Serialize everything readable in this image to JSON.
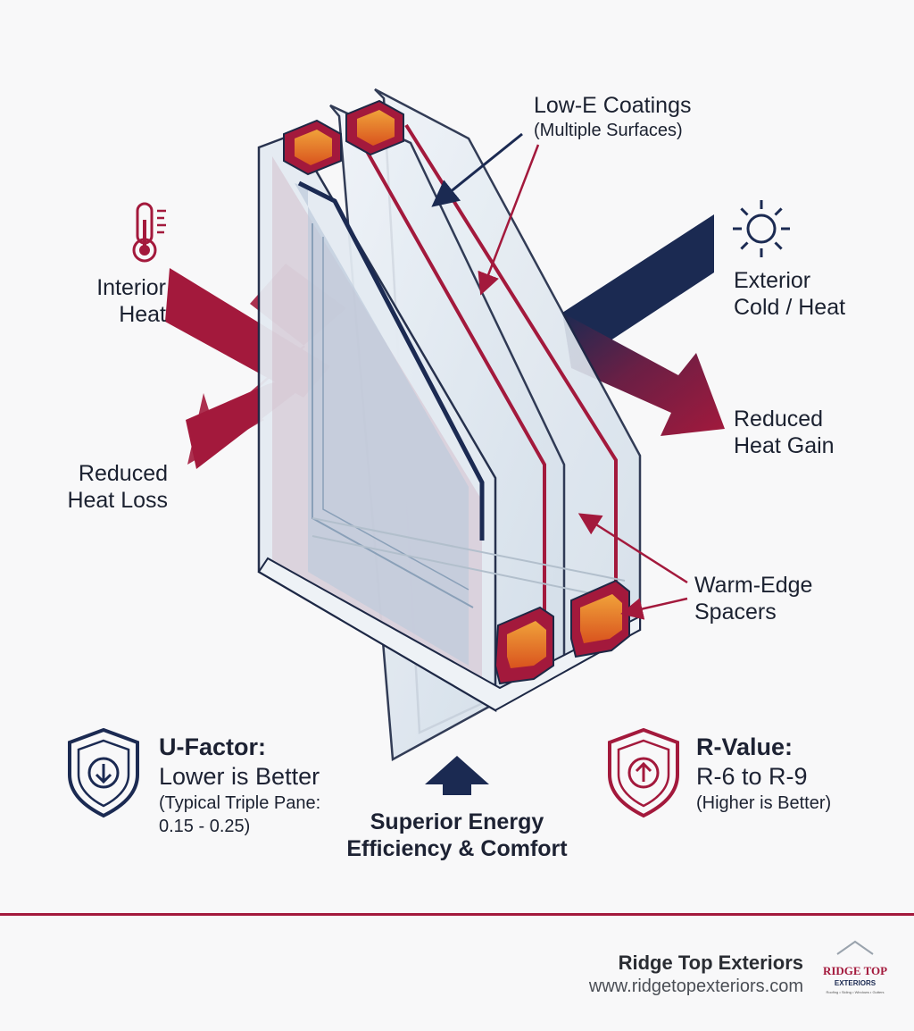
{
  "labels": {
    "interior_heat": [
      "Interior",
      "Heat"
    ],
    "reduced_heat_loss": [
      "Reduced",
      "Heat Loss"
    ],
    "low_e": [
      "Low-E Coatings",
      "(Multiple Surfaces)"
    ],
    "exterior": [
      "Exterior",
      "Cold / Heat"
    ],
    "reduced_heat_gain": [
      "Reduced",
      "Heat Gain"
    ],
    "spacers": [
      "Warm-Edge",
      "Spacers"
    ]
  },
  "u_factor": {
    "title": "U-Factor:",
    "subtitle": "Lower is Better",
    "note": [
      "(Typical Triple Pane:",
      "0.15 - 0.25)"
    ]
  },
  "r_value": {
    "title": "R-Value:",
    "subtitle": "R-6 to R-9",
    "note": "(Higher is Better)"
  },
  "center_caption": [
    "Superior Energy",
    "Efficiency & Comfort"
  ],
  "footer": {
    "company": "Ridge Top Exteriors",
    "url": "www.ridgetopexteriors.com",
    "logo_text": "RIDGE TOP",
    "logo_sub": "EXTERIORS",
    "logo_tagline": "Roofing • Siding • Windows • Gutters"
  },
  "icons": [
    "thermometer-icon",
    "sun-icon",
    "shield-down-arrow-icon",
    "shield-up-arrow-icon",
    "up-arrow-icon"
  ],
  "colors": {
    "crimson": "#a3193c",
    "navy": "#1b2a52",
    "glass": "#dfe8f0",
    "background": "#f8f8f9"
  }
}
